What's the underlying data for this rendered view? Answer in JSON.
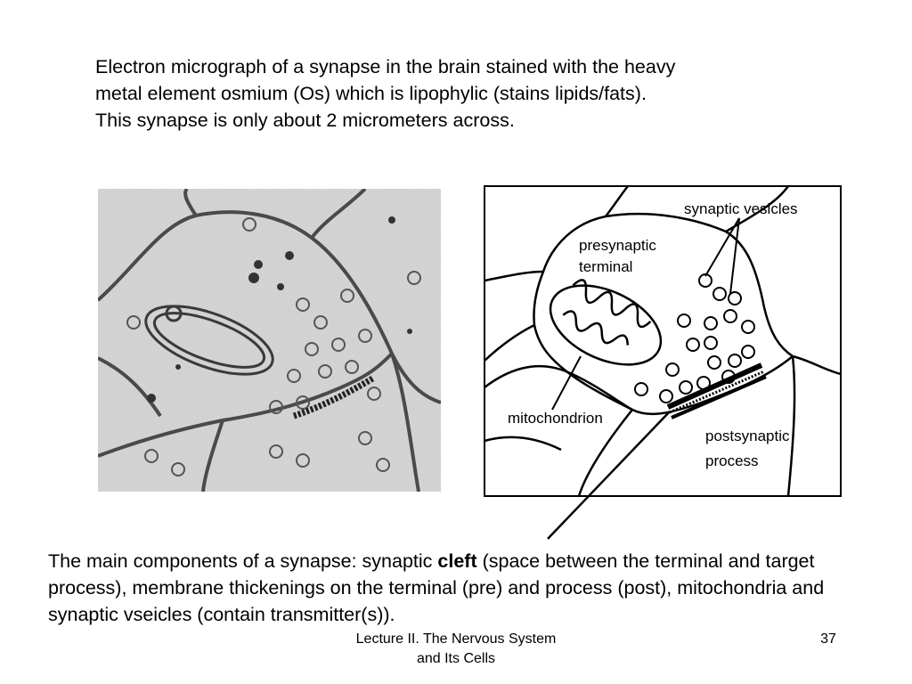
{
  "intro": {
    "line1": "Electron micrograph of a synapse in the brain stained with the heavy",
    "line2": "metal element osmium (Os) which is lipophylic  (stains lipids/fats).",
    "line3": "This synapse is only about 2 micrometers across."
  },
  "diagram": {
    "synaptic_vesicles": "synaptic vesicles",
    "presynaptic_line1": "presynaptic",
    "presynaptic_line2": "terminal",
    "mitochondrion": "mitochondrion",
    "postsynaptic_line1": "postsynaptic",
    "postsynaptic_line2": "process"
  },
  "caption": {
    "before_bold": "The main components of a synapse: synaptic ",
    "bold": "cleft",
    "after_bold": " (space between the terminal and target process), membrane thickenings on the terminal (pre) and process (post), mitochondria and synaptic vseicles (contain transmitter(s))."
  },
  "footer": {
    "line1": "Lecture II. The Nervous System",
    "line2": "and Its Cells",
    "page_number": "37"
  }
}
